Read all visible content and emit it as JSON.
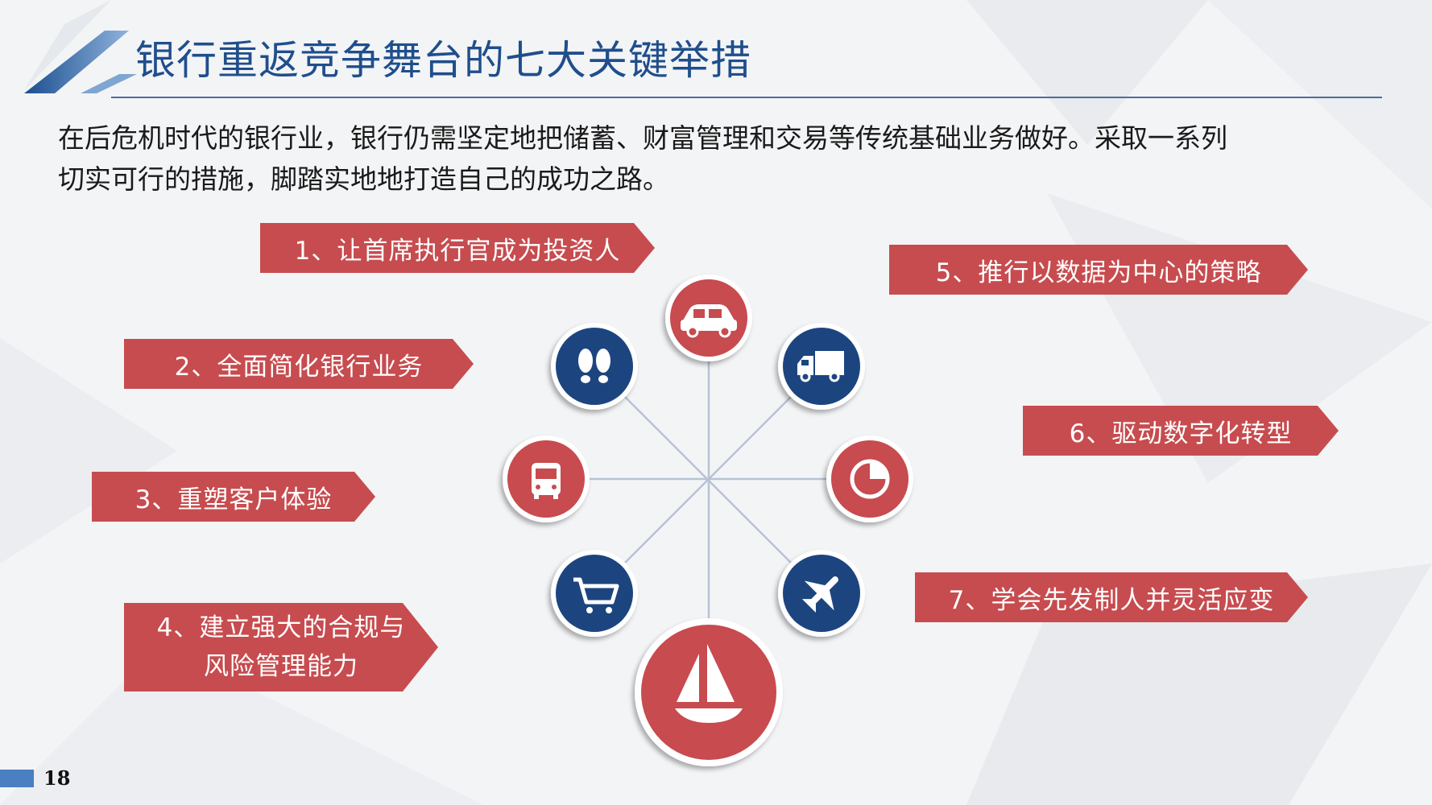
{
  "title": "银行重返竞争舞台的七大关键举措",
  "intro": {
    "line1": "在后危机时代的银行业，银行仍需坚定地把储蓄、财富管理和交易等传统基础业务做好。采取一系列",
    "line2": "切实可行的措施，脚踏实地地打造自己的成功之路。"
  },
  "steps": [
    {
      "label": "1、让首席执行官成为投资人"
    },
    {
      "label": "2、全面简化银行业务"
    },
    {
      "label": "3、重塑客户体验"
    },
    {
      "label_line1": "4、建立强大的合规与",
      "label_line2": "风险管理能力"
    },
    {
      "label": "5、推行以数据为中心的策略"
    },
    {
      "label": "6、驱动数字化转型"
    },
    {
      "label": "7、学会先发制人并灵活应变"
    }
  ],
  "hub_icons": [
    "car-icon",
    "truck-icon",
    "pie-chart-icon",
    "airplane-icon",
    "sailboat-icon",
    "shopping-cart-icon",
    "bus-icon",
    "footprints-icon"
  ],
  "colors": {
    "red": "#c74c4f",
    "navy": "#1f4480",
    "title_blue": "#1f4e8c"
  },
  "page_number": "18"
}
